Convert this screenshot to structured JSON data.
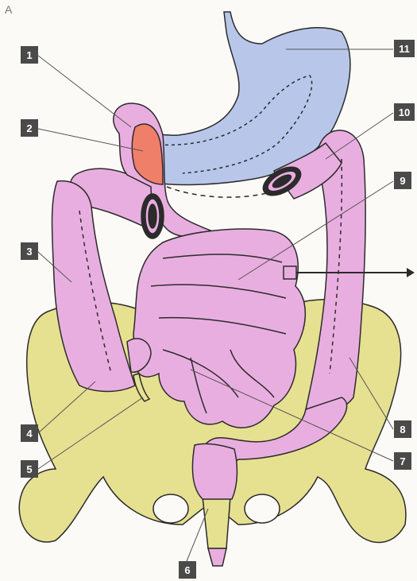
{
  "panel_letter": "A",
  "labels": {
    "n1": "1",
    "n2": "2",
    "n3": "3",
    "n4": "4",
    "n5": "5",
    "n6": "6",
    "n7": "7",
    "n8": "8",
    "n9": "9",
    "n10": "10",
    "n11": "11"
  },
  "colors": {
    "stomach": "#b8c6ea",
    "intestine": "#e9aee0",
    "pelvis": "#e6e091",
    "duodenum_highlight": "#f07f6a",
    "outline": "#2b2b2b",
    "label_box": "#4a4a4a"
  }
}
